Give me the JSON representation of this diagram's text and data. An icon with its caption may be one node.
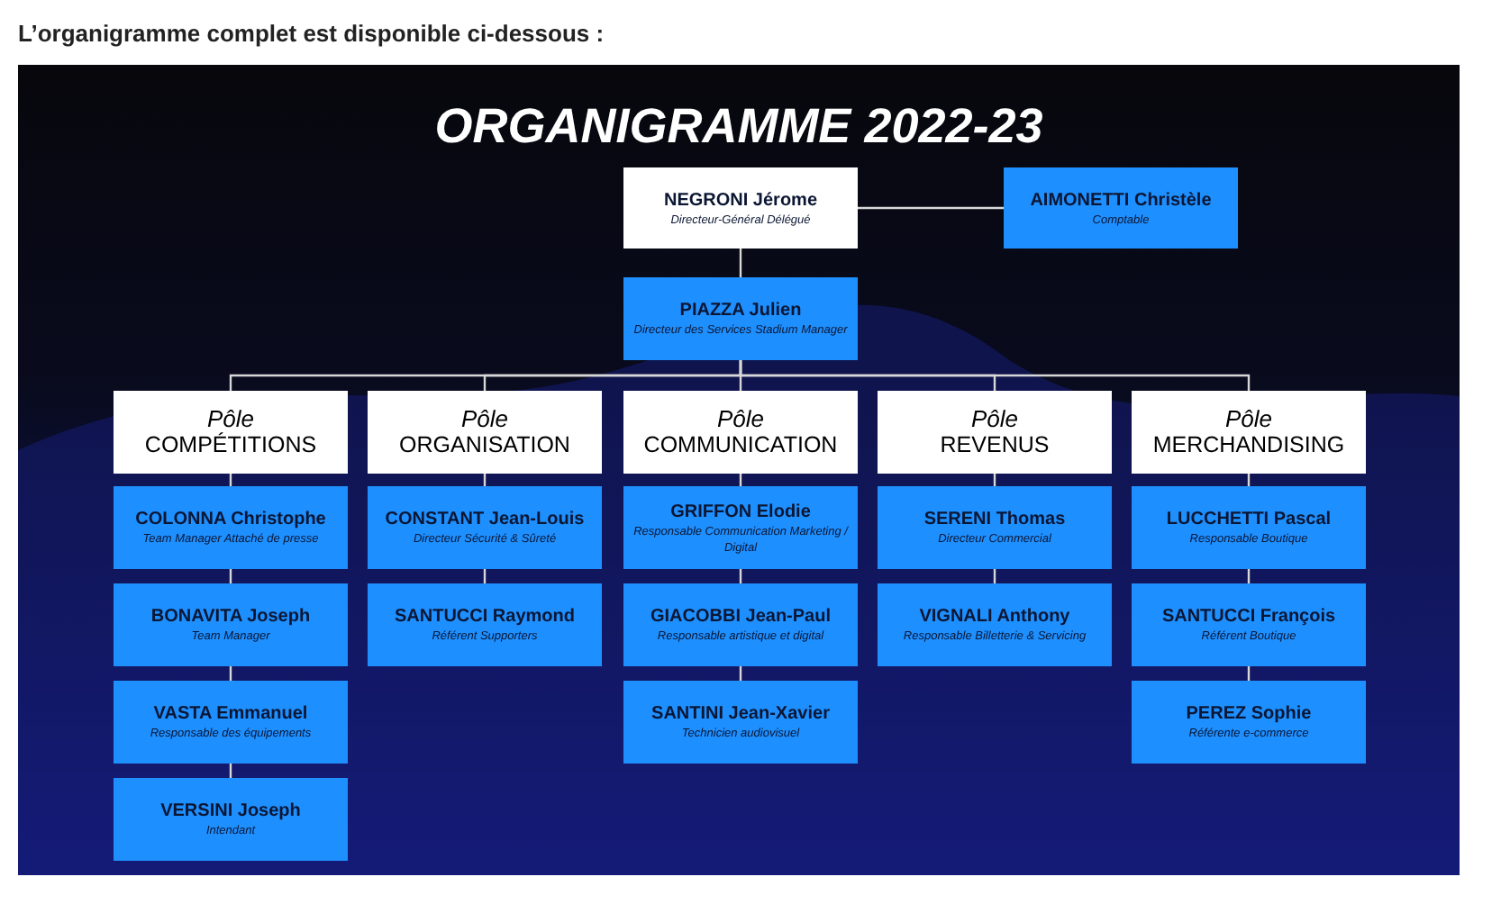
{
  "diagram": {
    "title": "ORGANIGRAMME 2022-23",
    "nodes": [
      {
        "text": [
          "NEGRONI Jérome",
          "Directeur-Général Délégué"
        ]
      },
      {
        "text": [
          "AIMONETTI Christèle",
          "Comptable"
        ]
      },
      {
        "text": [
          "PIAZZA Julien",
          "Directeur des Services Stadium Manager"
        ]
      },
      {
        "text": [
          "Pôle",
          "COMPÉTITIONS"
        ]
      },
      {
        "text": [
          "Pôle",
          "ORGANISATION"
        ]
      },
      {
        "text": [
          "Pôle",
          "COMMUNICATION"
        ]
      },
      {
        "text": [
          "Pôle",
          "REVENUS"
        ]
      },
      {
        "text": [
          "Pôle",
          "MERCHANDISING"
        ]
      },
      {
        "text": [
          "COLONNA Christophe",
          "Team Manager Attaché de presse"
        ]
      },
      {
        "text": [
          "BONAVITA Joseph",
          "Team Manager"
        ]
      },
      {
        "text": [
          "VASTA Emmanuel",
          "Responsable des équipements"
        ]
      },
      {
        "text": [
          "VERSINI Joseph",
          "Intendant"
        ]
      },
      {
        "text": [
          "CONSTANT Jean-Louis",
          "Directeur Sécurité & Sûreté"
        ]
      },
      {
        "text": [
          "SANTUCCI Raymond",
          "Référent Supporters"
        ]
      },
      {
        "text": [
          "GRIFFON Elodie",
          "Responsable Communication Marketing / Digital"
        ]
      },
      {
        "text": [
          "GIACOBBI Jean-Paul",
          "Responsable artistique et digital"
        ]
      },
      {
        "text": [
          "SANTINI Jean-Xavier",
          "Technicien audiovisuel"
        ]
      },
      {
        "text": [
          "SERENI Thomas",
          "Directeur Commercial"
        ]
      },
      {
        "text": [
          "VIGNALI Anthony",
          "Responsable Billetterie & Servicing"
        ]
      },
      {
        "text": [
          "LUCCHETTI Pascal",
          "Responsable Boutique"
        ]
      },
      {
        "text": [
          "SANTUCCI François",
          "Référent Boutique"
        ]
      },
      {
        "text": [
          "PEREZ Sophie",
          "Référente e-commerce"
        ]
      }
    ],
    "edges": [
      {
        "from": 0,
        "to": 1,
        "arrow": "none"
      },
      {
        "from": 0,
        "to": 2,
        "arrow": "none"
      },
      {
        "from": 2,
        "to": 3,
        "arrow": "none"
      },
      {
        "from": 2,
        "to": 4,
        "arrow": "none"
      },
      {
        "from": 2,
        "to": 5,
        "arrow": "none"
      },
      {
        "from": 2,
        "to": 6,
        "arrow": "none"
      },
      {
        "from": 2,
        "to": 7,
        "arrow": "none"
      },
      {
        "from": 3,
        "to": 8,
        "arrow": "none"
      },
      {
        "from": 8,
        "to": 9,
        "arrow": "none"
      },
      {
        "from": 9,
        "to": 10,
        "arrow": "none"
      },
      {
        "from": 10,
        "to": 11,
        "arrow": "none"
      },
      {
        "from": 4,
        "to": 12,
        "arrow": "none"
      },
      {
        "from": 12,
        "to": 13,
        "arrow": "none"
      },
      {
        "from": 5,
        "to": 14,
        "arrow": "none"
      },
      {
        "from": 14,
        "to": 15,
        "arrow": "none"
      },
      {
        "from": 15,
        "to": 16,
        "arrow": "none"
      },
      {
        "from": 6,
        "to": 17,
        "arrow": "none"
      },
      {
        "from": 17,
        "to": 18,
        "arrow": "none"
      },
      {
        "from": 7,
        "to": 19,
        "arrow": "none"
      },
      {
        "from": 19,
        "to": 20,
        "arrow": "none"
      },
      {
        "from": 20,
        "to": 21,
        "arrow": "none"
      }
    ],
    "labels": [
      "L’organigramme complet est disponible ci-dessous :"
    ]
  }
}
